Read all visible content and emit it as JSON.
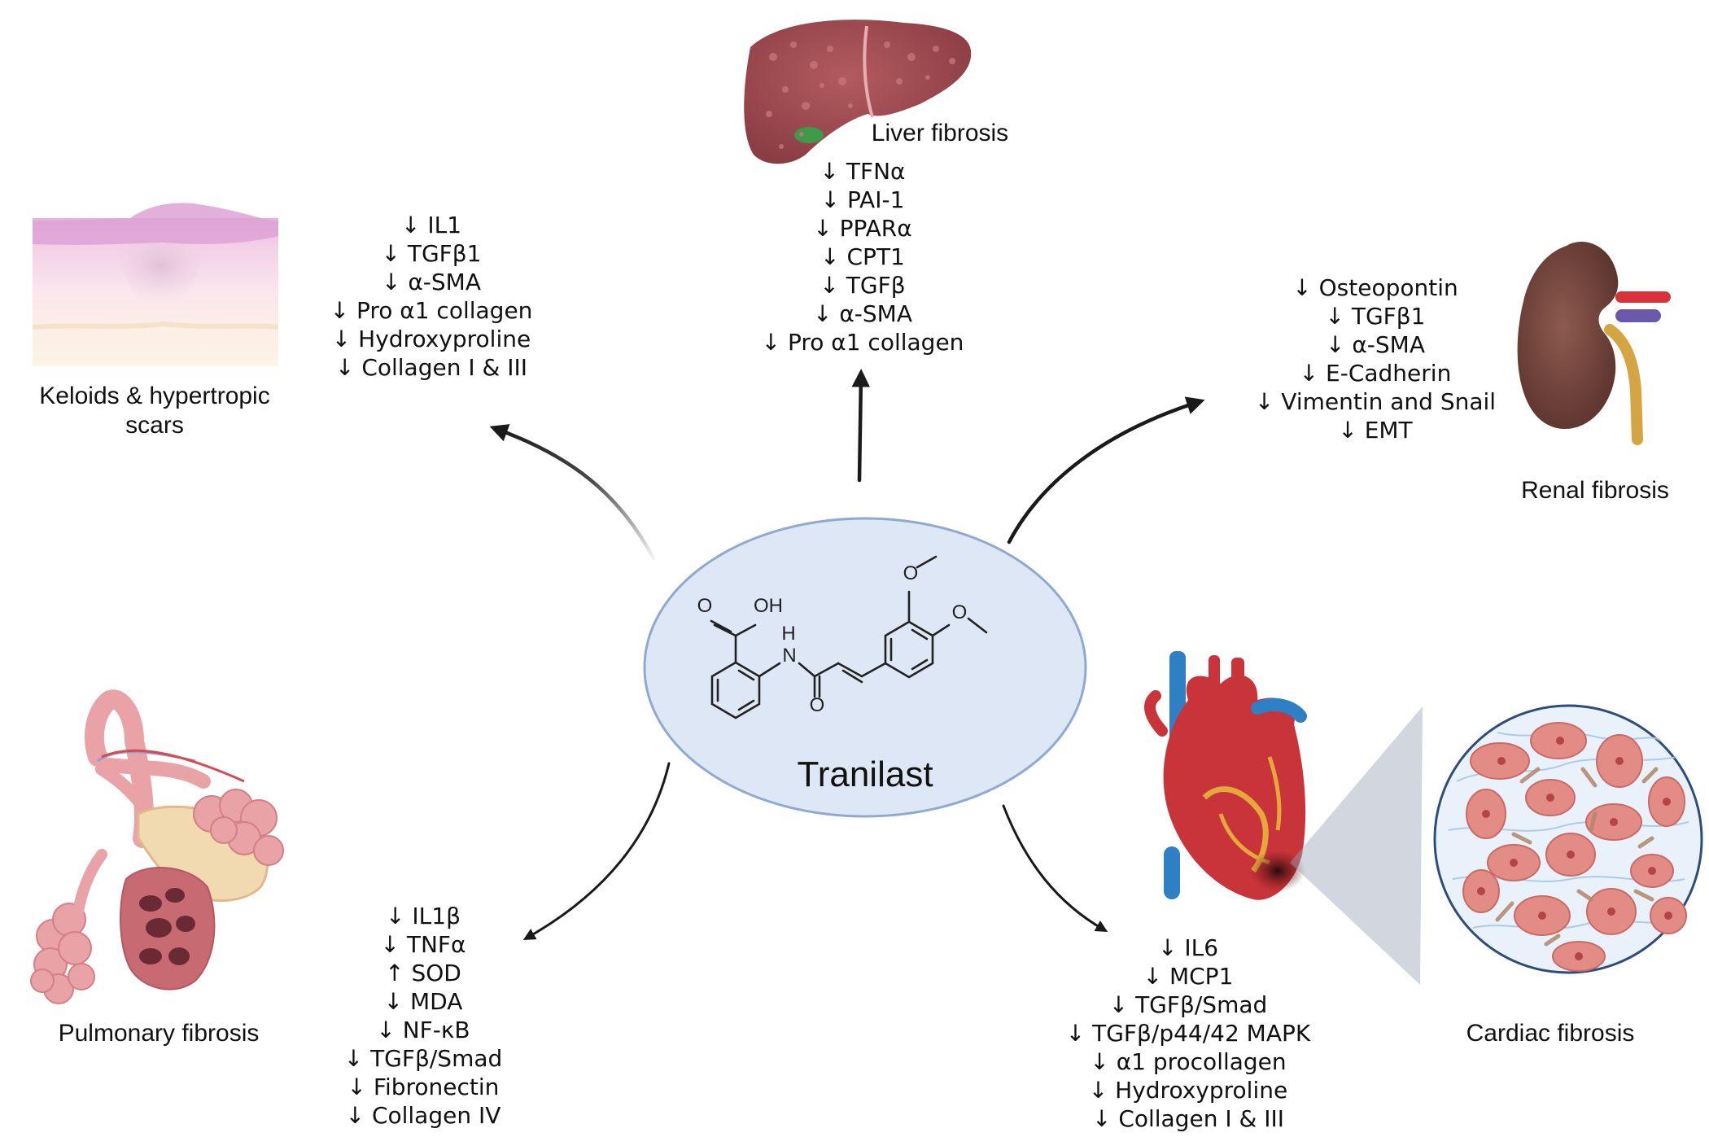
{
  "drug": {
    "name": "Tranilast",
    "structure_labels": {
      "hydroxyl": "OH",
      "carbonyl_o1": "O",
      "nh_h": "H",
      "nh_n": "N",
      "amide_o": "O",
      "methoxy_o1": "O",
      "methoxy_o2": "O"
    }
  },
  "panels": {
    "keloids": {
      "label_line1": "Keloids & hypertropic",
      "label_line2": "scars",
      "markers": [
        "↓ IL1",
        "↓ TGFβ1",
        "↓ α-SMA",
        "↓ Pro α1 collagen",
        "↓ Hydroxyproline",
        "↓ Collagen I & III"
      ]
    },
    "liver": {
      "label": "Liver fibrosis",
      "markers": [
        "↓ TFNα",
        "↓ PAI-1",
        "↓ PPARα",
        "↓ CPT1",
        "↓ TGFβ",
        "↓ α-SMA",
        "↓ Pro α1 collagen"
      ]
    },
    "renal": {
      "label": "Renal fibrosis",
      "markers": [
        "↓ Osteopontin",
        "↓ TGFβ1",
        "↓ α-SMA",
        "↓ E-Cadherin",
        "↓ Vimentin and Snail",
        "↓ EMT"
      ]
    },
    "pulmonary": {
      "label": "Pulmonary fibrosis",
      "markers": [
        "↓ IL1β",
        "↓ TNFα",
        "↑ SOD",
        "↓ MDA",
        "↓ NF-κB",
        "↓ TGFβ/Smad",
        "↓ Fibronectin",
        "↓ Collagen IV"
      ]
    },
    "cardiac": {
      "label": "Cardiac fibrosis",
      "markers": [
        "↓ IL6",
        "↓ MCP1",
        "↓ TGFβ/Smad",
        "↓ TGFβ/p44/42 MAPK",
        "↓ α1 procollagen",
        "↓ Hydroxyproline",
        "↓ Collagen I & III"
      ]
    }
  },
  "colors": {
    "ellipse_fill": "#dde7f5",
    "ellipse_stroke": "#8fa9d3",
    "arrow": "#1a1a1a",
    "liver": "#9b4a4f",
    "kidney": "#7a4a40",
    "heart_red": "#c9343a",
    "heart_blue": "#2f7fc4",
    "lung_pink": "#e9a3a6",
    "skin_pink": "#e3b3d6"
  }
}
